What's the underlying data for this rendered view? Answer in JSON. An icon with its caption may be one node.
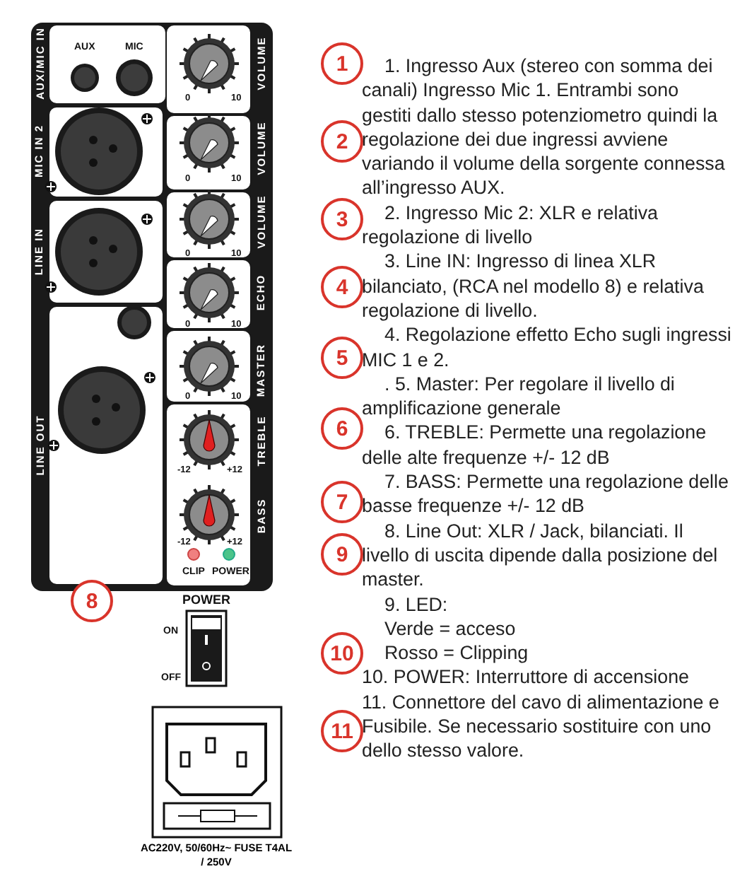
{
  "diagram": {
    "nodes": [
      {
        "text": [
          "1"
        ]
      },
      {
        "text": [
          "2"
        ]
      },
      {
        "text": [
          "3"
        ]
      },
      {
        "text": [
          "4"
        ]
      },
      {
        "text": [
          "5"
        ]
      },
      {
        "text": [
          "6"
        ]
      },
      {
        "text": [
          "7"
        ]
      },
      {
        "text": [
          "9"
        ]
      },
      {
        "text": [
          "8"
        ]
      },
      {
        "text": [
          "10"
        ]
      },
      {
        "text": [
          "11"
        ]
      }
    ],
    "labels": [
      "AUX/MIC IN",
      "AUX",
      "MIC",
      "VOLUME",
      "0",
      "10",
      "MIC IN 2",
      "VOLUME",
      "0",
      "10",
      "LINE IN",
      "VOLUME",
      "0",
      "10",
      "ECHO",
      "0",
      "10",
      "LINE OUT",
      "MASTER",
      "0",
      "10",
      "TREBLE",
      "-12",
      "+12",
      "BASS",
      "-12",
      "+12",
      "CLIP",
      "POWER",
      "POWER",
      "ON",
      "OFF",
      "AC220V, 50/60Hz~ FUSE T4AL / 250V",
      "1. Ingresso Aux (stereo con somma dei canali) Ingresso Mic 1. Entrambi sono gestiti dallo stesso potenziometro quindi la regolazione dei due ingressi avviene variando il volume della sorgente connessa all’ingresso AUX.",
      "2. Ingresso Mic 2: XLR e relativa regolazione di livello",
      "3. Line IN: Ingresso di linea XLR bilanciato, (RCA nel modello 8) e relativa regolazione di livello.",
      "4. Regolazione effetto Echo sugli ingressi MIC 1 e 2.",
      ". 5. Master: Per regolare il livello di amplificazione generale",
      "6. TREBLE: Permette una regolazione delle alte frequenze +/- 12 dB",
      "7. BASS: Permette una regolazione delle basse frequenze +/- 12 dB",
      "8. Line Out: XLR / Jack, bilanciati. Il livello di uscita dipende dalla posizione del master.",
      "9. LED:",
      "Verde = acceso",
      "Rosso = Clipping",
      "10. POWER: Interruttore di accensione",
      "11. Connettore del cavo di alimentazione e Fusibile. Se necessario sostituire con uno dello stesso valore."
    ]
  }
}
